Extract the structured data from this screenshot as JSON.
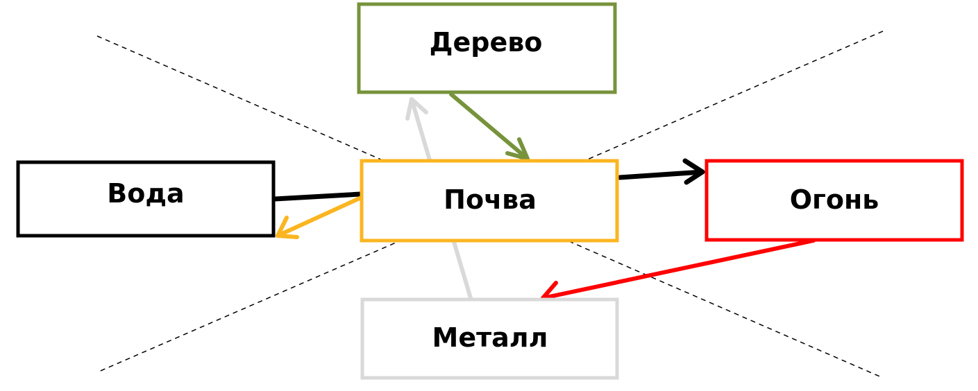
{
  "diagram": {
    "nodes": [
      {
        "id": "wood",
        "label": "Дерево",
        "color": "#77933C"
      },
      {
        "id": "water",
        "label": "Вода",
        "color": "#000000"
      },
      {
        "id": "earth",
        "label": "Почва",
        "color": "#FBB521"
      },
      {
        "id": "fire",
        "label": "Огонь",
        "color": "#FF0000"
      },
      {
        "id": "metal",
        "label": "Металл",
        "color": "#D9D9D9"
      }
    ],
    "edges": [
      {
        "from": "metal",
        "to": "wood",
        "color": "#D9D9D9",
        "arrow": true
      },
      {
        "from": "wood",
        "to": "earth",
        "color": "#77933C",
        "arrow": true
      },
      {
        "from": "earth",
        "to": "fire",
        "color": "#000000",
        "arrow": true
      },
      {
        "from": "water",
        "to": "earth",
        "color": "#000000",
        "arrow": false
      },
      {
        "from": "earth",
        "to": "water",
        "color": "#FBB521",
        "arrow": true
      },
      {
        "from": "fire",
        "to": "metal",
        "color": "#FF0000",
        "arrow": true
      }
    ]
  }
}
